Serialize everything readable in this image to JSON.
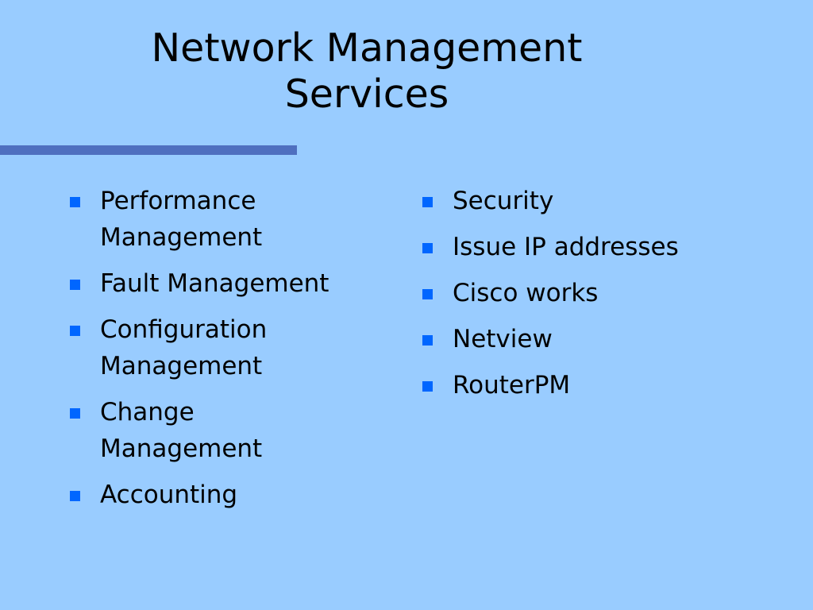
{
  "slide": {
    "title_line1": "Network Management",
    "title_line2": "Services",
    "bullet_icon": "square-bullet",
    "bullet_color": "#0066ff",
    "background_color": "#99ccff",
    "divider_color": "#4f6fbf"
  },
  "left_column": {
    "items": [
      {
        "line1": "Performance",
        "line2": "Management"
      },
      {
        "line1": "Fault Management",
        "line2": ""
      },
      {
        "line1": "Configuration",
        "line2": "Management"
      },
      {
        "line1": "Change",
        "line2": "Management"
      },
      {
        "line1": "Accounting",
        "line2": ""
      }
    ]
  },
  "right_column": {
    "items": [
      {
        "line1": "Security"
      },
      {
        "line1": "Issue IP addresses"
      },
      {
        "line1": "Cisco works"
      },
      {
        "line1": "Netview"
      },
      {
        "line1": "RouterPM"
      }
    ]
  }
}
